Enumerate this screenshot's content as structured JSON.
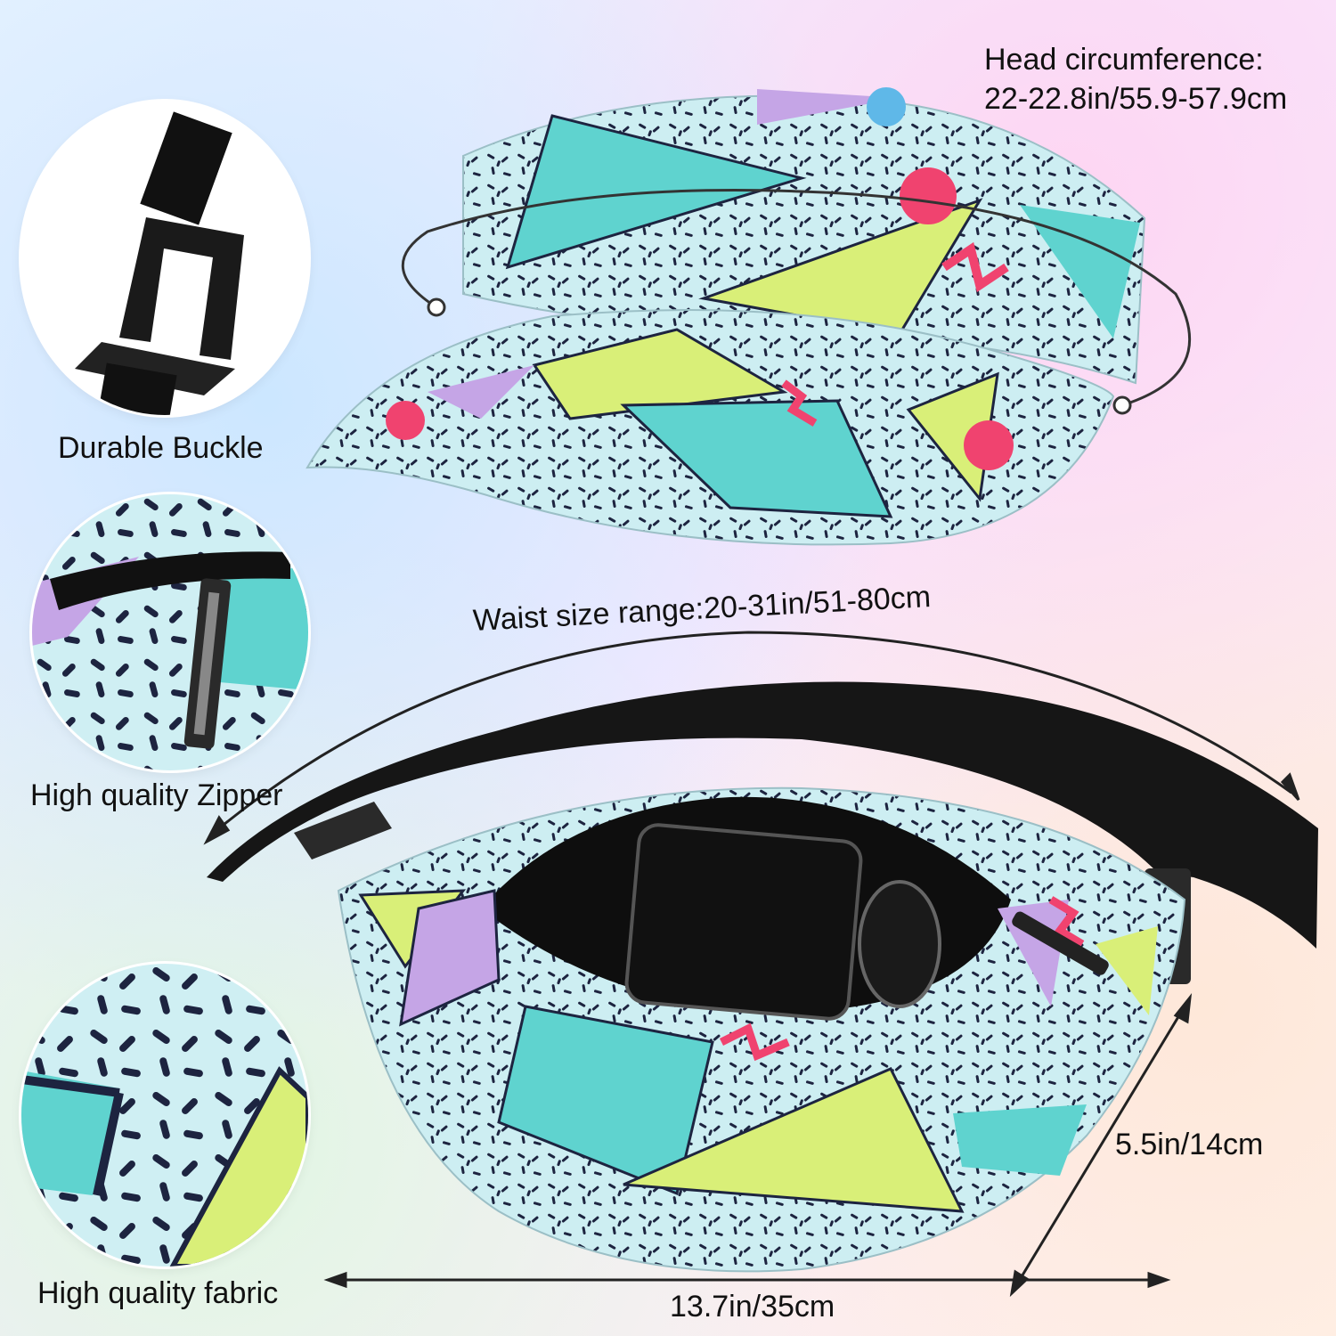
{
  "details": {
    "buckle": {
      "label": "Durable Buckle",
      "icon": "buckle-icon"
    },
    "zipper": {
      "label": "High quality Zipper",
      "icon": "zipper-icon"
    },
    "fabric": {
      "label": "High quality fabric",
      "icon": "fabric-pattern-icon"
    }
  },
  "visor": {
    "head_label": "Head circumference:",
    "head_size": "22-22.8in/55.9-57.9cm"
  },
  "waist_bag": {
    "waist_size": "Waist  size range:20-31in/51-80cm",
    "height": "5.5in/14cm",
    "width": "13.7in/35cm"
  },
  "colors": {
    "aqua": "#5fd3cf",
    "lime": "#d9ef78",
    "lavender": "#c5a5e6",
    "pink": "#f0436f",
    "sky": "#cdeef2",
    "strap": "#161616"
  }
}
